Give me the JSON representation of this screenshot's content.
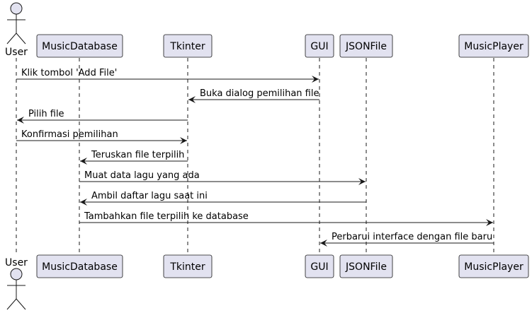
{
  "participants": [
    {
      "id": "user",
      "label": "User",
      "kind": "actor"
    },
    {
      "id": "musicdb",
      "label": "MusicDatabase",
      "kind": "participant"
    },
    {
      "id": "tkinter",
      "label": "Tkinter",
      "kind": "participant"
    },
    {
      "id": "gui",
      "label": "GUI",
      "kind": "participant"
    },
    {
      "id": "jsonfile",
      "label": "JSONFile",
      "kind": "participant"
    },
    {
      "id": "musicplayer",
      "label": "MusicPlayer",
      "kind": "participant"
    }
  ],
  "messages": [
    {
      "from": "user",
      "to": "gui",
      "label": "Klik tombol 'Add File'"
    },
    {
      "from": "gui",
      "to": "tkinter",
      "label": "Buka dialog pemilihan file"
    },
    {
      "from": "tkinter",
      "to": "user",
      "label": "Pilih file"
    },
    {
      "from": "user",
      "to": "tkinter",
      "label": "Konfirmasi pemilihan"
    },
    {
      "from": "tkinter",
      "to": "musicdb",
      "label": "Teruskan file terpilih"
    },
    {
      "from": "musicdb",
      "to": "jsonfile",
      "label": "Muat data lagu yang ada"
    },
    {
      "from": "jsonfile",
      "to": "musicdb",
      "label": "Ambil daftar lagu saat ini"
    },
    {
      "from": "musicdb",
      "to": "musicplayer",
      "label": "Tambahkan file terpilih ke database"
    },
    {
      "from": "musicplayer",
      "to": "gui",
      "label": "Perbarui interface dengan file baru"
    }
  ],
  "colors": {
    "participant_fill": "#E2E2F0",
    "participant_border": "#181818",
    "lifeline": "#181818",
    "arrow": "#181818"
  }
}
